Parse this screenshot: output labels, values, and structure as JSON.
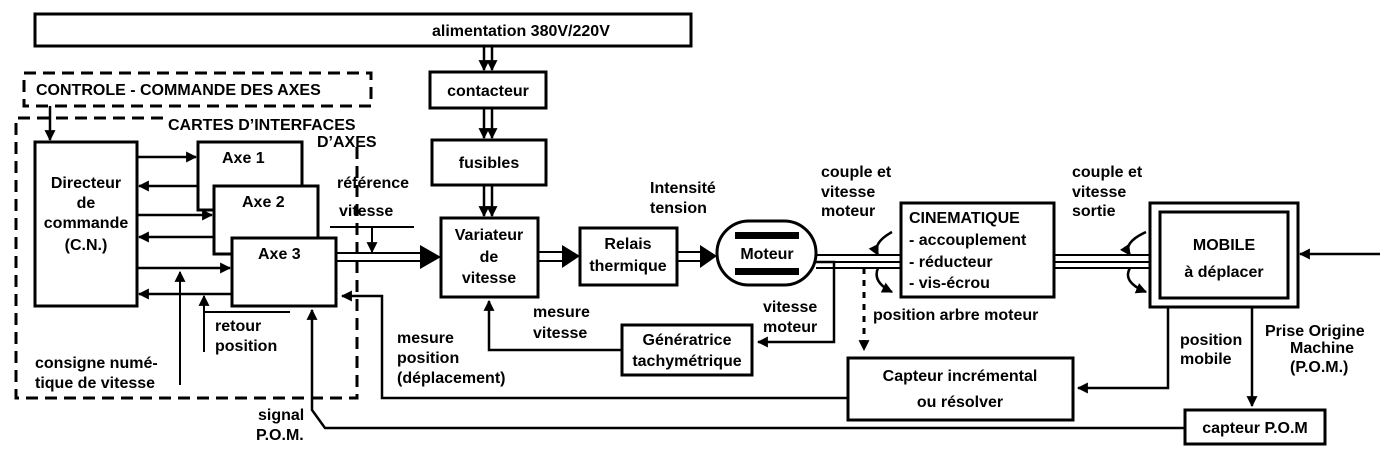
{
  "supply": {
    "label": "alimentation 380V/220V"
  },
  "axis_control": {
    "label": "CONTROLE - COMMANDE DES AXES"
  },
  "interface_cards": {
    "line1": "CARTES D’INTERFACES",
    "line2": "D’AXES"
  },
  "blocks": {
    "cnc": [
      "Directeur",
      "de",
      "commande",
      "(C.N.)"
    ],
    "axe1": "Axe 1",
    "axe2": "Axe 2",
    "axe3": "Axe 3",
    "contactor": "contacteur",
    "fuses": "fusibles",
    "drive": [
      "Variateur",
      "de",
      "vitesse"
    ],
    "thermal_relay": [
      "Relais",
      "thermique"
    ],
    "motor": "Moteur",
    "kinematics": [
      "CINEMATIQUE",
      "- accouplement",
      "- réducteur",
      "- vis-écrou"
    ],
    "moving_part": [
      "MOBILE",
      "à déplacer"
    ],
    "tachometer": [
      "Génératrice",
      "tachymétrique"
    ],
    "encoder": [
      "Capteur incrémental",
      "ou résolver"
    ],
    "pom_sensor": "capteur P.O.M"
  },
  "labels": {
    "speed_reference": [
      "référence",
      "vitesse"
    ],
    "current_voltage": [
      "Intensité",
      "tension"
    ],
    "motor_torque_speed": [
      "couple et",
      "vitesse",
      "moteur"
    ],
    "output_torque_speed": [
      "couple et",
      "vitesse",
      "sortie"
    ],
    "motor_shaft_position": "position arbre moteur",
    "motor_speed": [
      "vitesse",
      "moteur"
    ],
    "speed_measure": [
      "mesure",
      "vitesse"
    ],
    "position_measure": [
      "mesure",
      "position",
      "(déplacement)"
    ],
    "position_feedback": [
      "retour",
      "position"
    ],
    "numeric_speed_setpoint": [
      "consigne numé-",
      "tique de vitesse"
    ],
    "pom_signal": [
      "signal",
      "P.O.M."
    ],
    "moving_position": [
      "position",
      "mobile"
    ],
    "machine_origin": [
      "Prise Origine",
      "Machine",
      "(P.O.M.)"
    ]
  }
}
